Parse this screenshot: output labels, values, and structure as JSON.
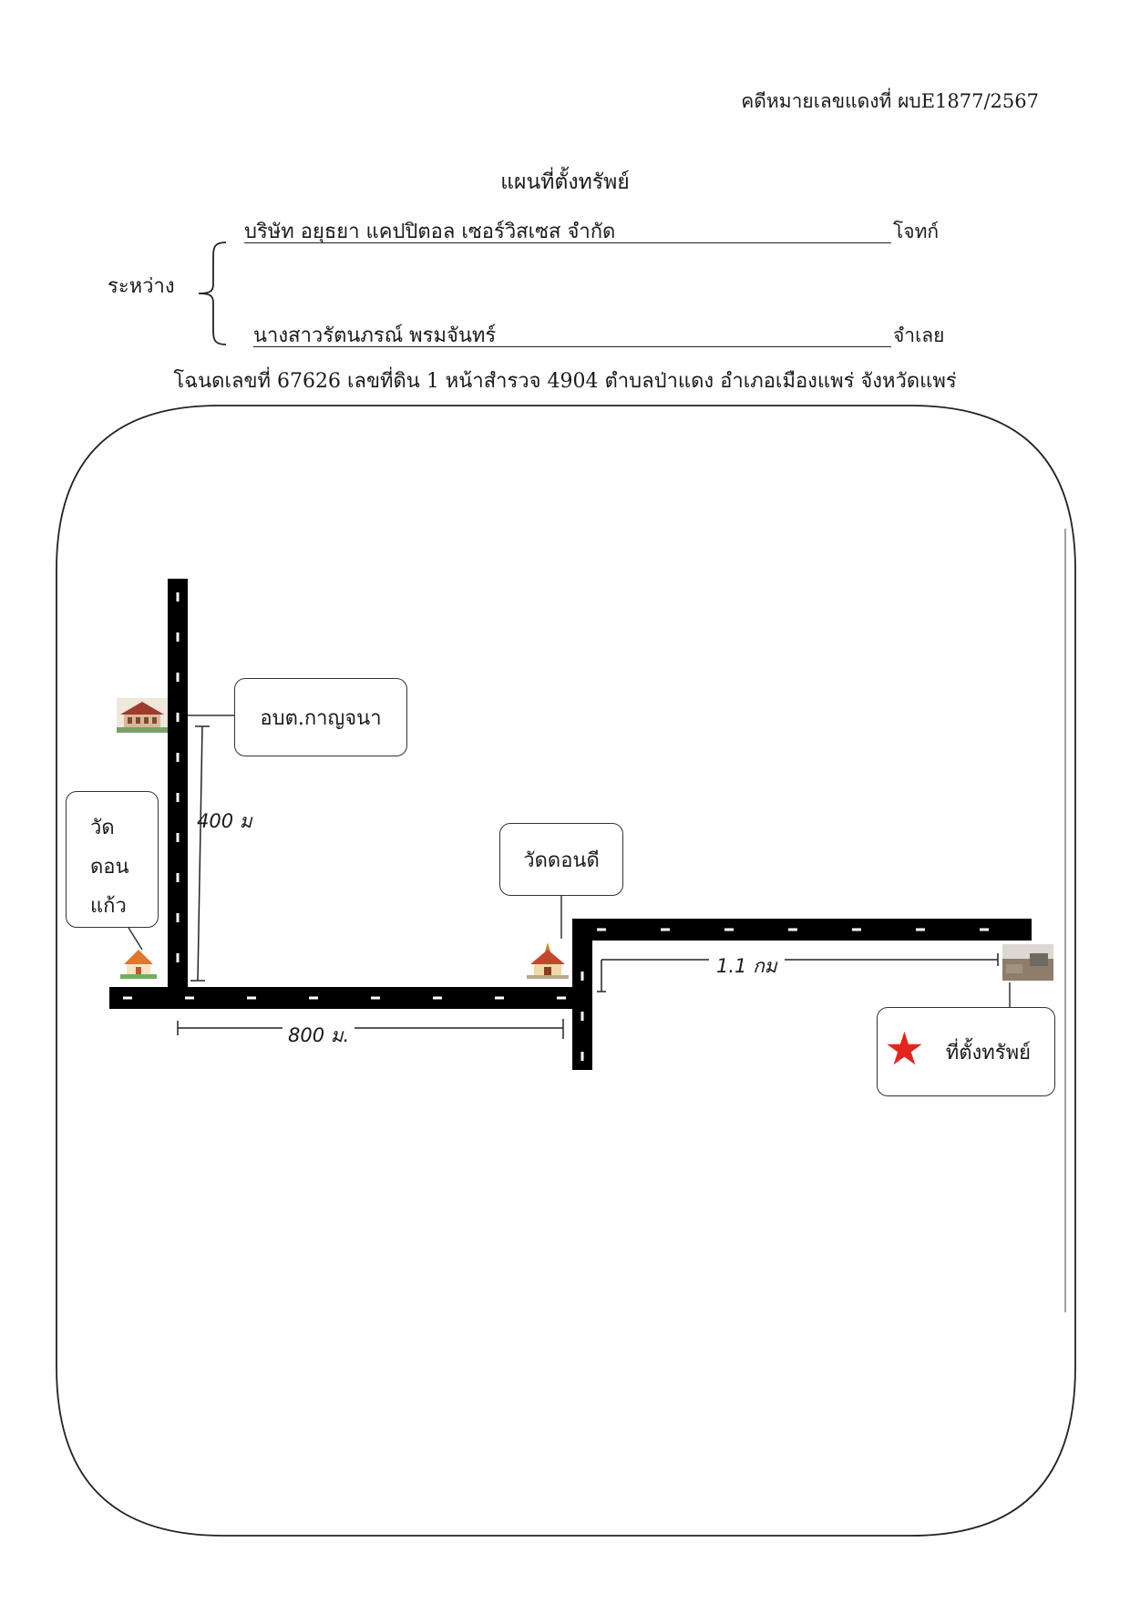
{
  "header": {
    "case_number": "คดีหมายเลขแดงที่ ผบE1877/2567",
    "title": "แผนที่ตั้งทรัพย์"
  },
  "parties": {
    "between_label": "ระหว่าง",
    "plaintiff_name": "บริษัท อยุธยา แคปปิตอล เซอร์วิสเซส จำกัด",
    "plaintiff_role": "โจทก์",
    "defendant_name": "นางสาวรัตนภรณ์ พรมจันทร์",
    "defendant_role": "จำเลย"
  },
  "deed_line": "โฉนดเลขที่ 67626  เลขที่ดิน  1  หน้าสำรวจ  4904  ตำบลป่าแดง อำเภอเมืองแพร่  จังหวัดแพร่",
  "map": {
    "labels": {
      "obt": "อบต.กาญจนา",
      "wat_left_line1": "วัด",
      "wat_left_line2": "ดอน",
      "wat_left_line3": "แก้ว",
      "wat_right": "วัดดอนดี",
      "property": "ที่ตั้งทรัพย์"
    },
    "distances": {
      "vertical": "400 ม",
      "horizontal": "800 ม.",
      "east": "1.1 กม"
    },
    "icons": {
      "property_marker": "red-star-icon",
      "obt_building": "building-icon",
      "wat_left": "temple-icon",
      "wat_right": "temple-icon",
      "property_photo": "land-photo-icon"
    },
    "colors": {
      "road": "#000000",
      "road_marking": "#ffffff",
      "star": "#e3261d"
    }
  }
}
